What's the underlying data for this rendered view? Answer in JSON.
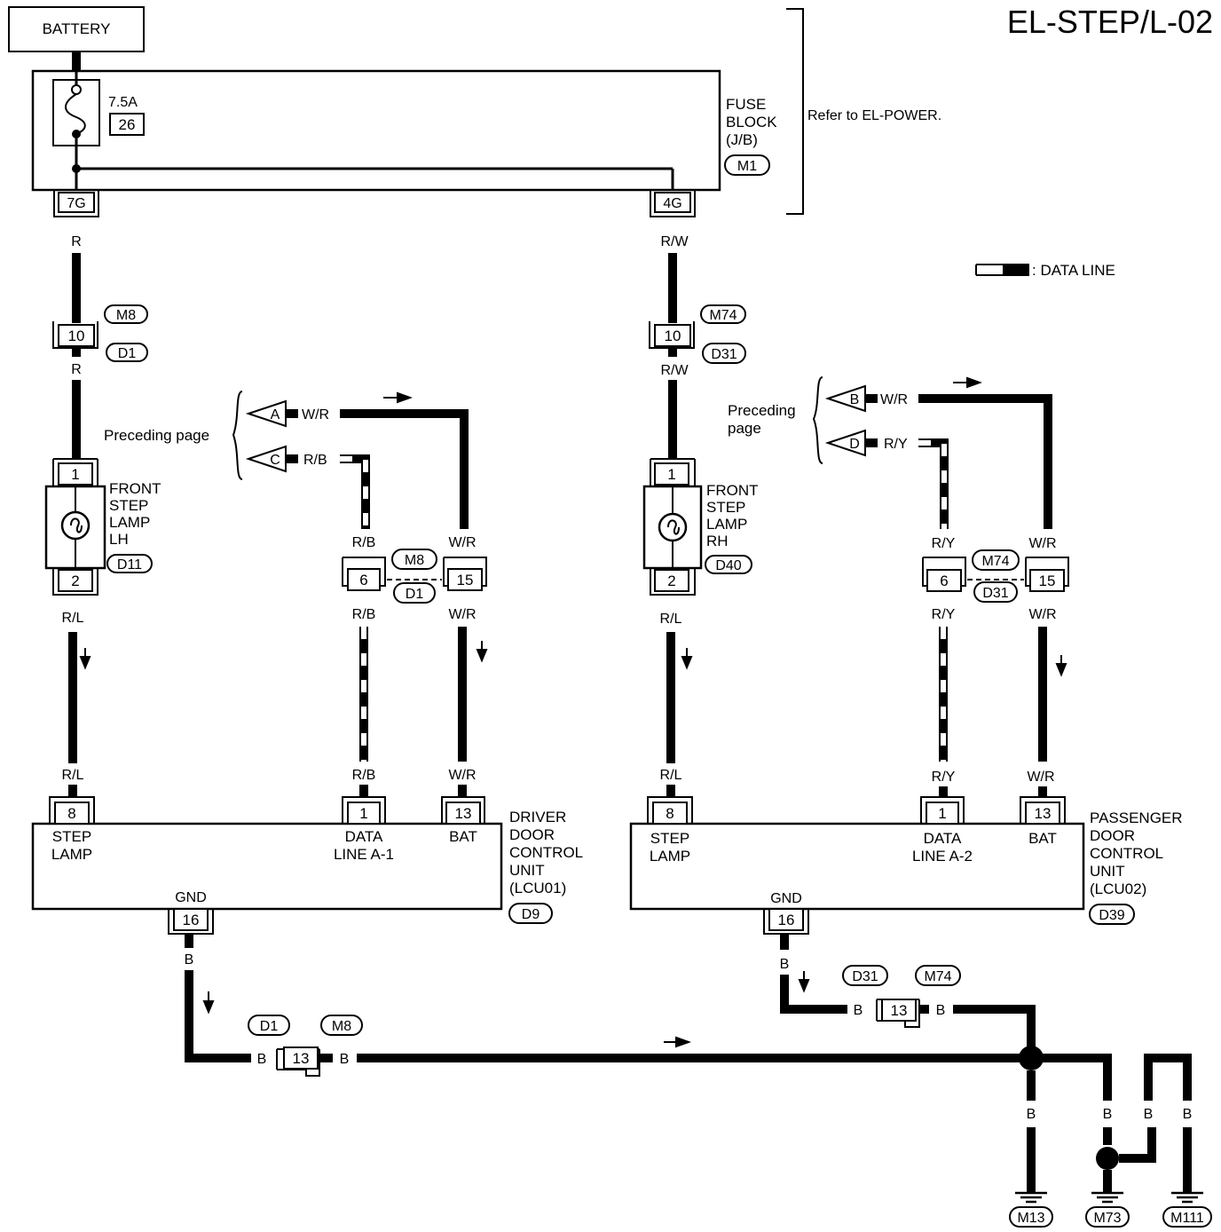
{
  "title": "EL-STEP/L-02",
  "battery": "BATTERY",
  "fuse": {
    "rating": "7.5A",
    "number": "26"
  },
  "fuse_block": {
    "line1": "FUSE",
    "line2": "BLOCK",
    "line3": "(J/B)",
    "connector": "M1"
  },
  "refer_note": "Refer to EL-POWER.",
  "legend": ": DATA LINE",
  "preceding_page": {
    "left": "Preceding page",
    "right_line1": "Preceding",
    "right_line2": "page"
  },
  "connectors": {
    "c7G": "7G",
    "c4G": "4G",
    "c10": "10",
    "c1": "1",
    "c2": "2",
    "c6": "6",
    "c15": "15",
    "c8": "8",
    "c13": "13",
    "c16": "16"
  },
  "connector_ids": {
    "M8": "M8",
    "D1": "D1",
    "M74": "M74",
    "D31": "D31",
    "D11": "D11",
    "D40": "D40",
    "D9": "D9",
    "D39": "D39",
    "M13": "M13",
    "M73": "M73",
    "M111": "M111"
  },
  "wire_colors": {
    "R": "R",
    "RW": "R/W",
    "RL": "R/L",
    "RB": "R/B",
    "WR": "W/R",
    "RY": "R/Y",
    "B": "B"
  },
  "arrow_labels": {
    "A": "A",
    "B": "B",
    "C": "C",
    "D": "D"
  },
  "lamp_lh": {
    "l1": "FRONT",
    "l2": "STEP",
    "l3": "LAMP",
    "l4": "LH"
  },
  "lamp_rh": {
    "l1": "FRONT",
    "l2": "STEP",
    "l3": "LAMP",
    "l4": "RH"
  },
  "driver_unit": {
    "l1": "DRIVER",
    "l2": "DOOR",
    "l3": "CONTROL",
    "l4": "UNIT",
    "l5": "(LCU01)",
    "step1": "STEP",
    "step2": "LAMP",
    "data1": "DATA",
    "data2": "LINE A-1",
    "bat": "BAT",
    "gnd": "GND"
  },
  "passenger_unit": {
    "l1": "PASSENGER",
    "l2": "DOOR",
    "l3": "CONTROL",
    "l4": "UNIT",
    "l5": "(LCU02)",
    "step1": "STEP",
    "step2": "LAMP",
    "data1": "DATA",
    "data2": "LINE A-2",
    "bat": "BAT",
    "gnd": "GND"
  }
}
